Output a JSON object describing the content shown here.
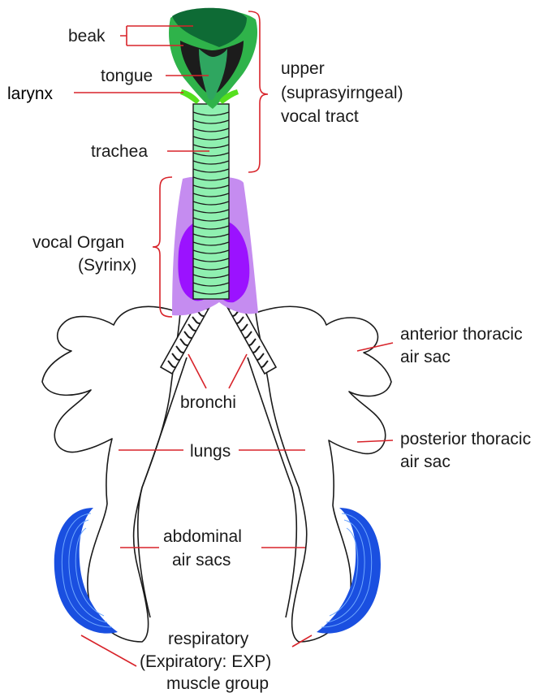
{
  "labels": {
    "beak": "beak",
    "tongue": "tongue",
    "larynx": "larynx",
    "trachea": "trachea",
    "upper_line1": "upper",
    "upper_line2": "(suprasyirngeal)",
    "upper_line3": "vocal tract",
    "vocal_line1": "vocal Organ",
    "vocal_line2": "(Syrinx)",
    "anterior_line1": "anterior thoracic",
    "anterior_line2": "air sac",
    "bronchi": "bronchi",
    "posterior_line1": "posterior thoracic",
    "posterior_line2": "air sac",
    "lungs": "lungs",
    "abdominal_line1": "abdominal",
    "abdominal_line2": "air sacs",
    "resp_line1": "respiratory",
    "resp_line2": "(Expiratory: EXP)",
    "resp_line3": "muscle group"
  },
  "colors": {
    "beak_dark": "#0e6b35",
    "beak_light": "#2fb34a",
    "larynx": "#55e01e",
    "trachea": "#8ff0b0",
    "syrinx_light": "#c58cf0",
    "syrinx_dark": "#9b12ff",
    "muscle": "#1a4fe0",
    "leader": "#d8232a"
  }
}
